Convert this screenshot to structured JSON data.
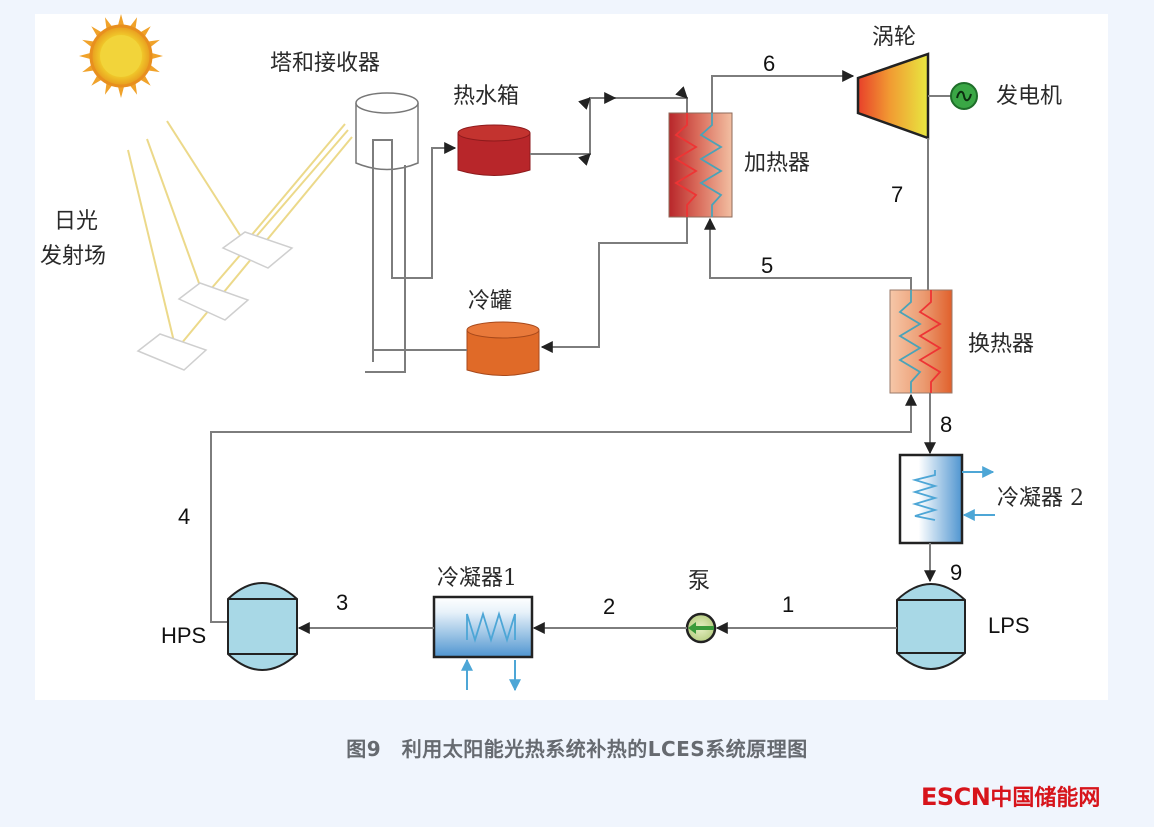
{
  "figure": {
    "caption": "图9　利用太阳能光热系统补热的LCES系统原理图",
    "components": {
      "sun_field": "日光\n发射场",
      "sun_field_line1": "日光",
      "sun_field_line2": "发射场",
      "tower_receiver": "塔和接收器",
      "hot_tank": "热水箱",
      "cold_tank": "冷罐",
      "heater": "加热器",
      "turbine": "涡轮",
      "generator": "发电机",
      "heat_exchanger": "换热器",
      "condenser_2": "冷凝器 2",
      "condenser_1": "冷凝器1",
      "pump": "泵",
      "hps": "HPS",
      "lps": "LPS"
    },
    "stream_labels": [
      "1",
      "2",
      "3",
      "4",
      "5",
      "6",
      "7",
      "8",
      "9"
    ],
    "colors": {
      "background": "#f0f5fd",
      "panel": "#ffffff",
      "hot_tank": "#b8262a",
      "cold_tank": "#e06a28",
      "turbine_hot": "#e8402a",
      "turbine_cold": "#e8e840",
      "generator": "#3aa745",
      "storage_tank": "#a8d8e6",
      "pipe": "#7d7d7d",
      "caption": "#666a70",
      "logo": "#d7141b"
    }
  },
  "watermark": {
    "brand_latin": "ESCN",
    "brand_cn": "中国储能网"
  }
}
